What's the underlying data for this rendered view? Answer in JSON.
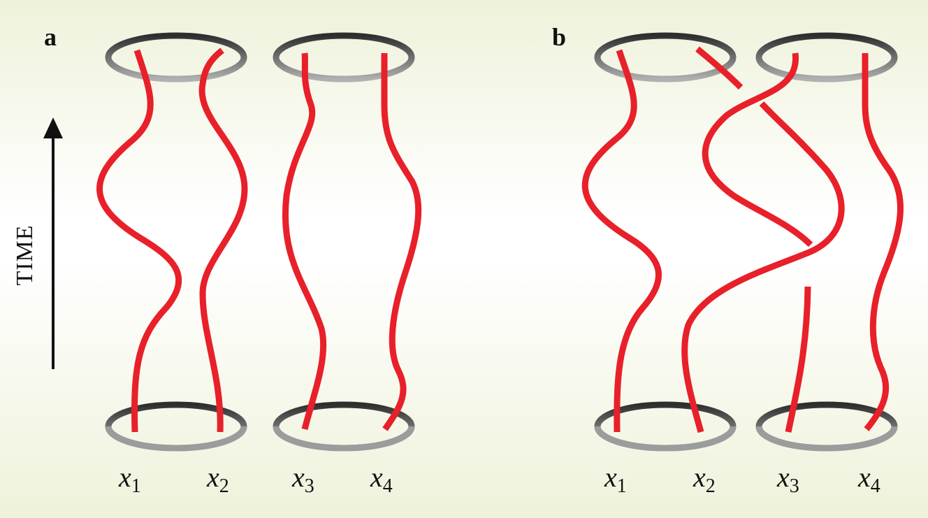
{
  "panels": [
    {
      "label": "a",
      "positions": [
        {
          "var": "x",
          "sub": "1"
        },
        {
          "var": "x",
          "sub": "2"
        },
        {
          "var": "x",
          "sub": "3"
        },
        {
          "var": "x",
          "sub": "4"
        }
      ]
    },
    {
      "label": "b",
      "positions": [
        {
          "var": "x",
          "sub": "1"
        },
        {
          "var": "x",
          "sub": "2"
        },
        {
          "var": "x",
          "sub": "3"
        },
        {
          "var": "x",
          "sub": "4"
        }
      ]
    }
  ],
  "time_axis": {
    "label": "TIME"
  },
  "colors": {
    "strand": "#e8202a",
    "ring_dark": "#3a3a3a",
    "ring_light": "#a8a8a8",
    "arrow": "#111111"
  }
}
